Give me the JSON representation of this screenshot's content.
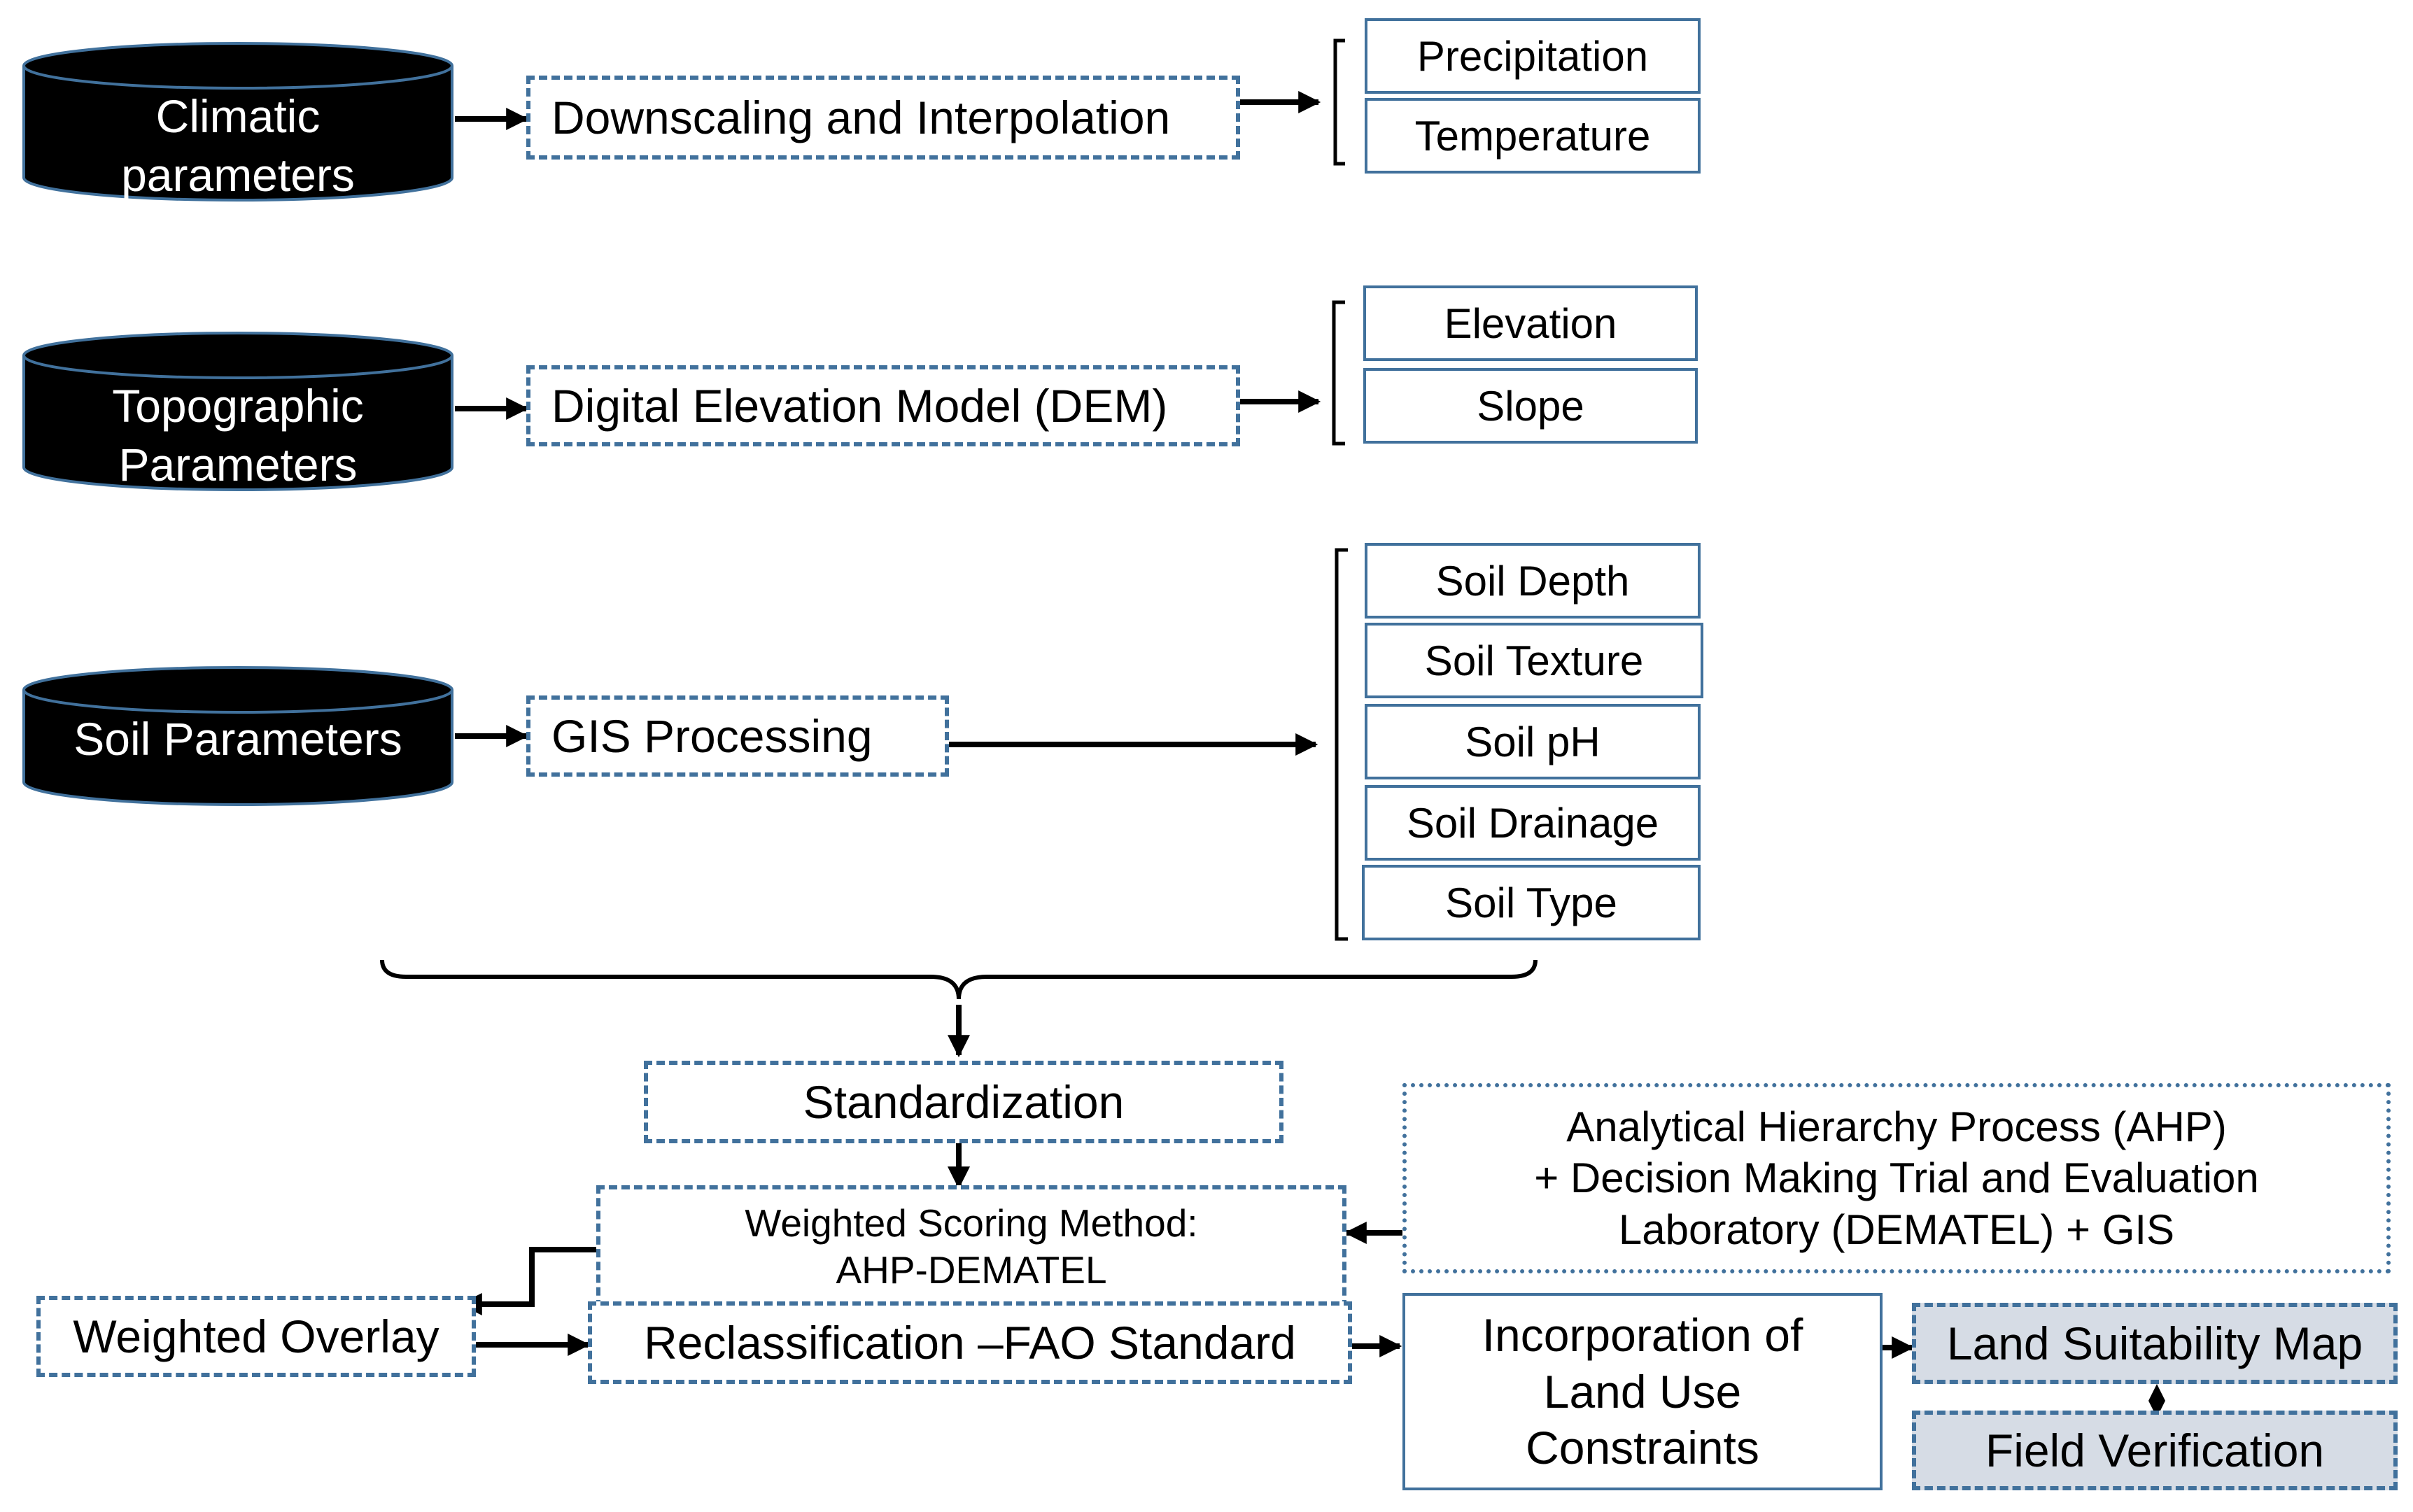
{
  "inputs": {
    "climatic": "Climatic parameters",
    "topographic": "Topographic Parameters",
    "soil": "Soil Parameters"
  },
  "processes": {
    "downscaling": "Downscaling and Interpolation",
    "dem": "Digital Elevation Model (DEM)",
    "gis": "GIS Processing",
    "standardization": "Standardization",
    "weighted_scoring_line1": "Weighted Scoring Method:",
    "weighted_scoring_line2": "AHP-DEMATEL",
    "ahp_line1": "Analytical Hierarchy Process (AHP)",
    "ahp_line2": "+ Decision Making Trial and Evaluation",
    "ahp_line3": "Laboratory (DEMATEL) + GIS",
    "weighted_overlay": "Weighted Overlay",
    "reclassification": "Reclassification –FAO Standard",
    "incorporation_line1": "Incorporation of",
    "incorporation_line2": "Land Use",
    "incorporation_line3": "Constraints"
  },
  "climatic_outputs": [
    "Precipitation",
    "Temperature"
  ],
  "topographic_outputs": [
    "Elevation",
    "Slope"
  ],
  "soil_outputs": [
    "Soil Depth",
    "Soil Texture",
    "Soil pH",
    "Soil Drainage",
    "Soil Type"
  ],
  "outputs": {
    "land_suitability_map": "Land Suitability Map",
    "field_verification": "Field Verification"
  },
  "colors": {
    "border_blue": "#41719C",
    "output_fill": "#D6DCE5",
    "database_fill": "#000000"
  }
}
